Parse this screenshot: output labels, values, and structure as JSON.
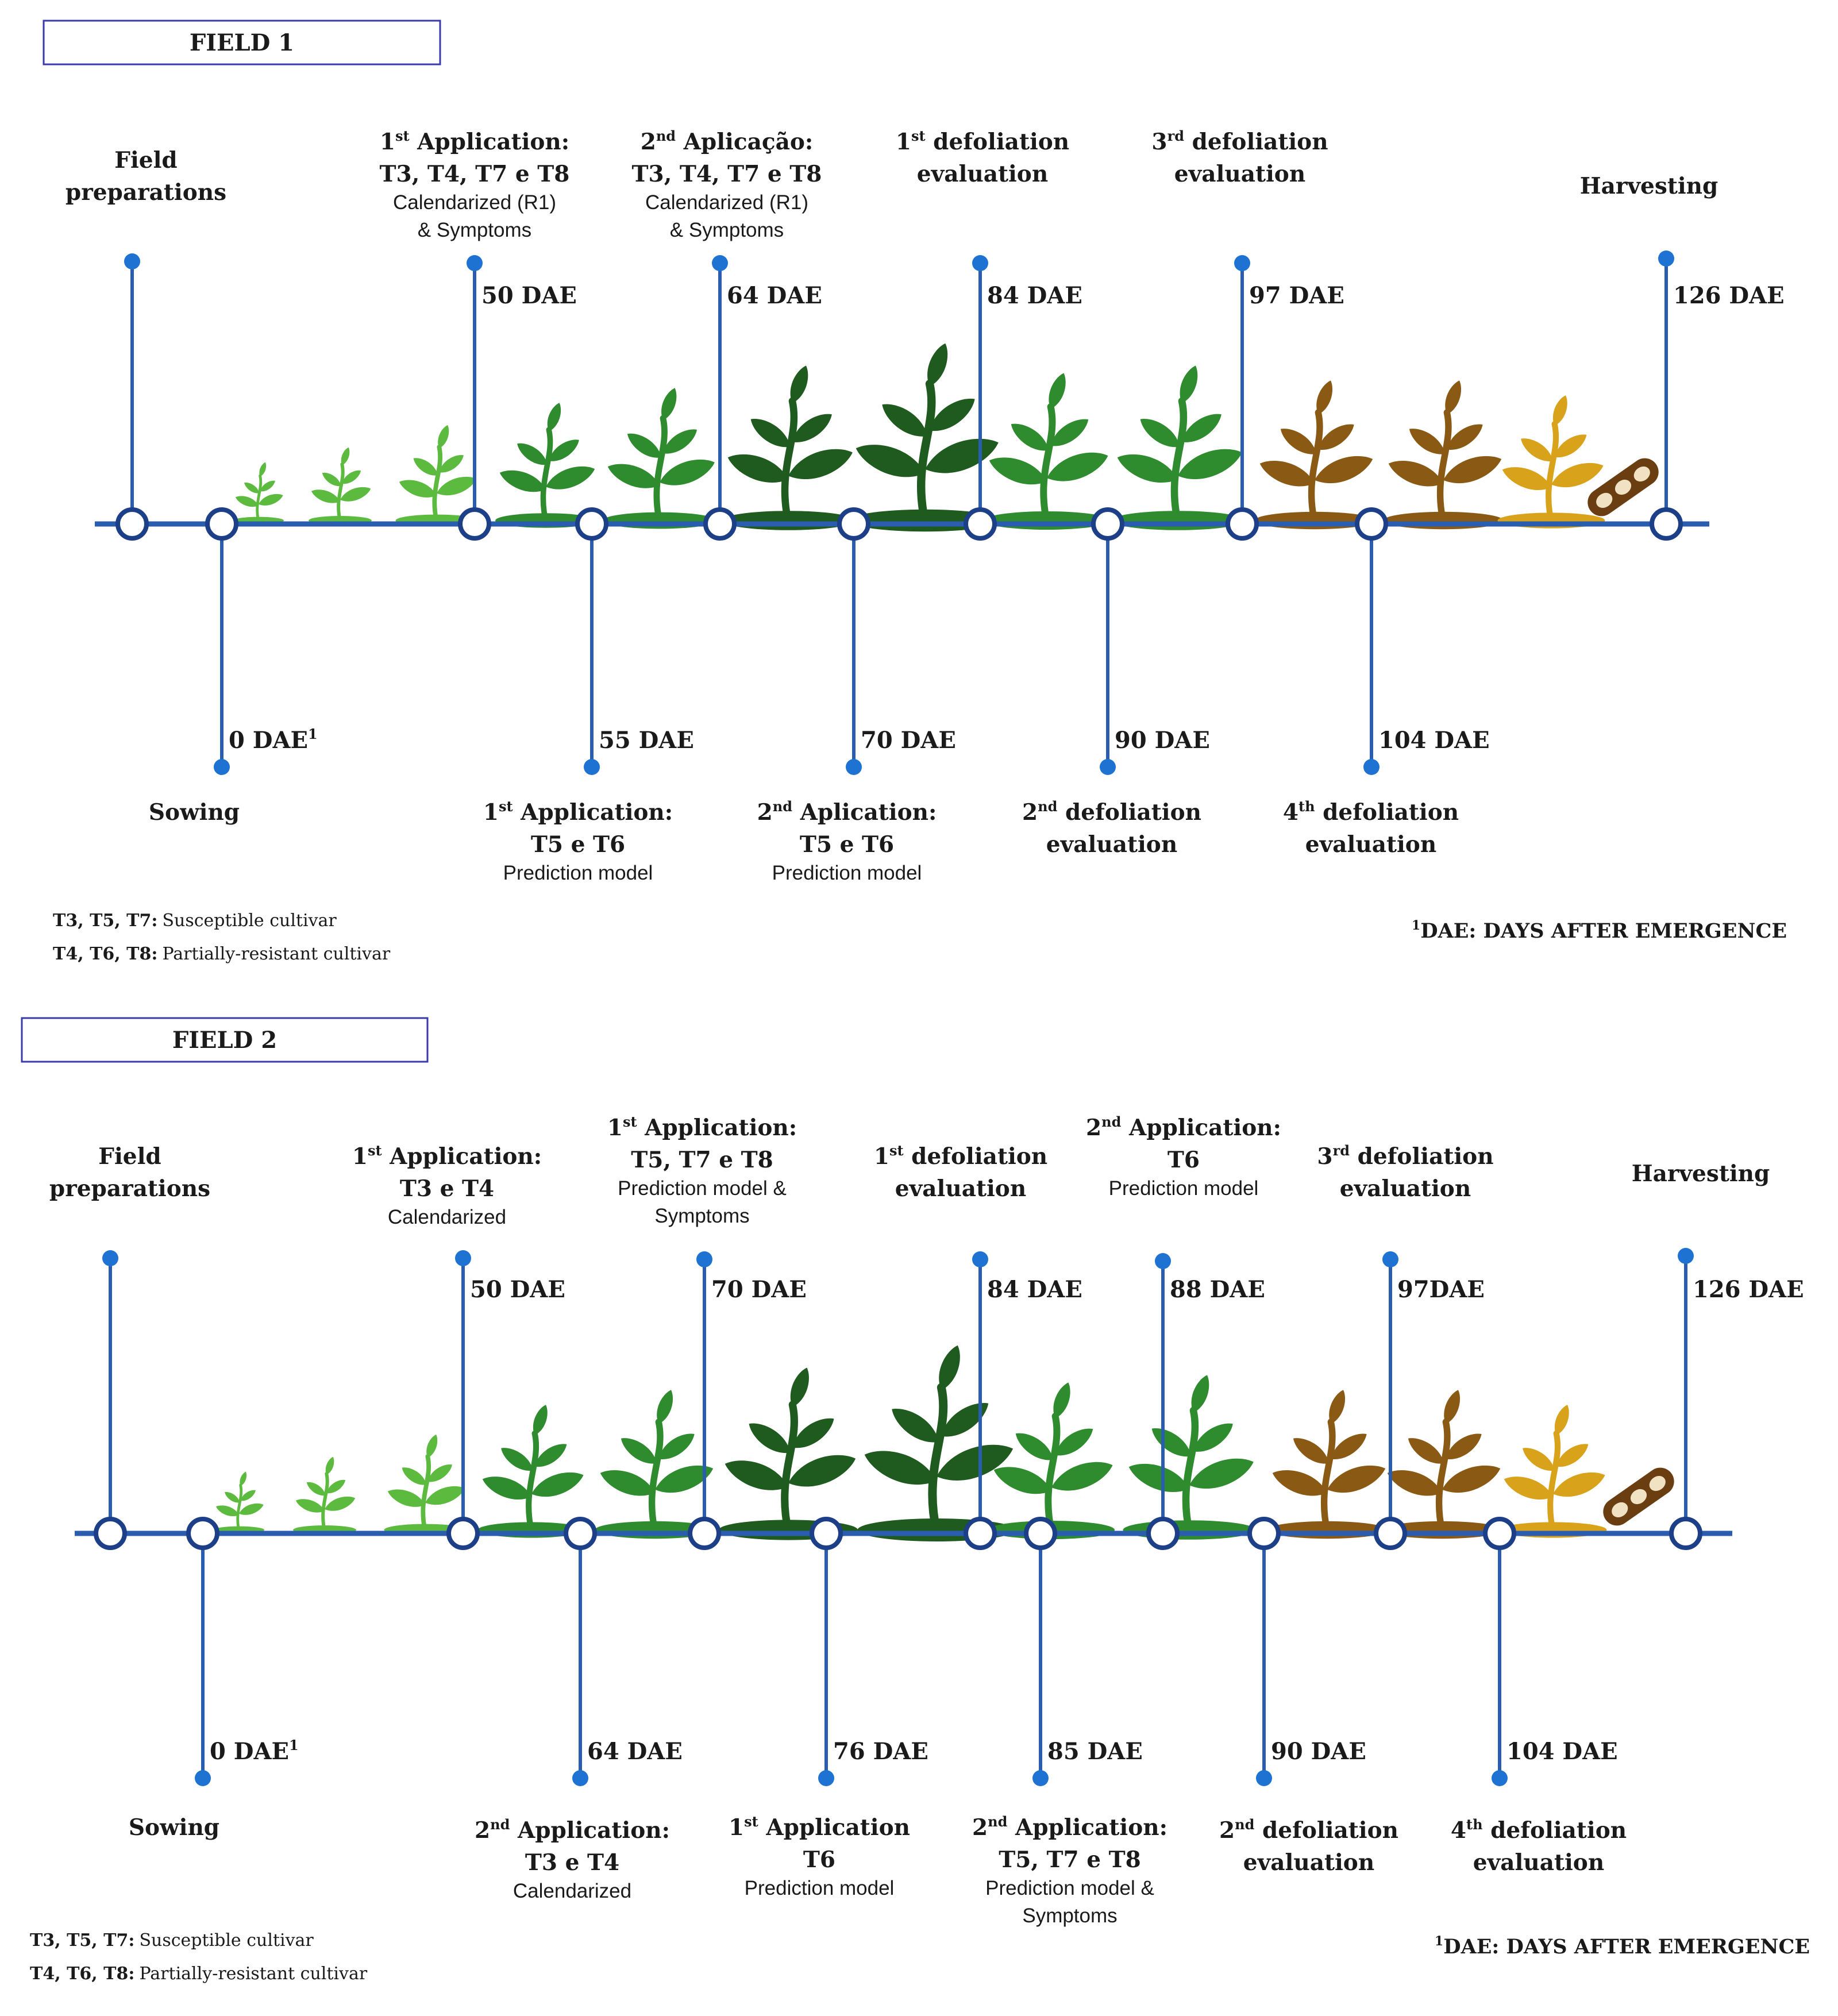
{
  "fields": [
    {
      "title": "FIELD 1",
      "events": [
        {
          "circle": true,
          "up": true,
          "head": [
            "Field",
            "preparations"
          ],
          "sub": []
        },
        {
          "circle": true,
          "up": false,
          "dae": "0 DAE",
          "sup": "1",
          "head": [
            "Sowing"
          ],
          "sub": []
        },
        {
          "circle": true,
          "up": true,
          "dae": "50 DAE",
          "head": [
            "1st Application:",
            "T3, T4, T7 e T8"
          ],
          "sub": [
            "Calendarized (R1)",
            "& Symptoms"
          ]
        },
        {
          "circle": true,
          "up": false,
          "dae": "55 DAE",
          "head": [
            "1st Application:",
            "T5 e T6"
          ],
          "sub": [
            "Prediction model"
          ]
        },
        {
          "circle": true,
          "up": true,
          "dae": "64 DAE",
          "head": [
            "2nd Aplicação:",
            "T3, T4, T7 e T8"
          ],
          "sub": [
            "Calendarized (R1)",
            "& Symptoms"
          ]
        },
        {
          "circle": true,
          "up": false,
          "dae": "70 DAE",
          "head": [
            "2nd Aplication:",
            "T5 e T6"
          ],
          "sub": [
            "Prediction model"
          ]
        },
        {
          "circle": true,
          "up": true,
          "dae": "84 DAE",
          "head": [
            "1st defoliation",
            "evaluation"
          ],
          "sub": []
        },
        {
          "circle": true,
          "up": false,
          "dae": "90 DAE",
          "head": [
            "2nd defoliation",
            "evaluation"
          ],
          "sub": []
        },
        {
          "circle": true,
          "up": true,
          "dae": "97 DAE",
          "head": [
            "3rd defoliation",
            "evaluation"
          ],
          "sub": []
        },
        {
          "circle": true,
          "up": false,
          "dae": "104 DAE",
          "head": [
            "4th defoliation",
            "evaluation"
          ],
          "sub": []
        },
        {
          "circle": true,
          "up": true,
          "dae": "126 DAE",
          "head": [
            "Harvesting"
          ],
          "sub": []
        }
      ],
      "legend": [
        {
          "keys": "T3, T5, T7:",
          "text": "Susceptible cultivar"
        },
        {
          "keys": "T4, T6, T8:",
          "text": "Partially-resistant cultivar"
        }
      ],
      "footnote_sup": "1",
      "footnote": "DAE: DAYS AFTER EMERGENCE"
    },
    {
      "title": "FIELD 2",
      "events": [
        {
          "circle": true,
          "up": true,
          "head": [
            "Field",
            "preparations"
          ],
          "sub": []
        },
        {
          "circle": true,
          "up": false,
          "dae": "0 DAE",
          "sup": "1",
          "head": [
            "Sowing"
          ],
          "sub": []
        },
        {
          "circle": true,
          "up": true,
          "dae": "50 DAE",
          "head": [
            "1st Application:",
            "T3 e T4"
          ],
          "sub": [
            "Calendarized"
          ]
        },
        {
          "circle": true,
          "up": false,
          "dae": "64 DAE",
          "head": [
            "2nd Application:",
            "T3 e T4"
          ],
          "sub": [
            "Calendarized"
          ]
        },
        {
          "circle": true,
          "up": true,
          "dae": "70 DAE",
          "head": [
            "1st Application:",
            "T5, T7 e T8"
          ],
          "sub": [
            "Prediction model &",
            "Symptoms"
          ]
        },
        {
          "circle": true,
          "up": false,
          "dae": "76 DAE",
          "head": [
            "1st Application",
            "T6"
          ],
          "sub": [
            "Prediction model"
          ]
        },
        {
          "circle": true,
          "up": true,
          "dae": "84 DAE",
          "head": [
            "1st defoliation",
            "evaluation"
          ],
          "sub": []
        },
        {
          "circle": true,
          "up": false,
          "dae": "85 DAE",
          "head": [
            "2nd Application:",
            "T5, T7 e T8"
          ],
          "sub": [
            "Prediction model &",
            "Symptoms"
          ]
        },
        {
          "circle": true,
          "up": true,
          "dae": "88 DAE",
          "head": [
            "2nd Application:",
            "T6"
          ],
          "sub": [
            "Prediction model"
          ]
        },
        {
          "circle": true,
          "up": false,
          "dae": "90 DAE",
          "head": [
            "2nd defoliation",
            "evaluation"
          ],
          "sub": []
        },
        {
          "circle": true,
          "up": true,
          "dae": "97DAE",
          "head": [
            "3rd defoliation",
            "evaluation"
          ],
          "sub": []
        },
        {
          "circle": true,
          "up": false,
          "dae": "104 DAE",
          "head": [
            "4th defoliation",
            "evaluation"
          ],
          "sub": []
        },
        {
          "circle": true,
          "up": true,
          "dae": "126 DAE",
          "head": [
            "Harvesting"
          ],
          "sub": []
        }
      ],
      "legend": [
        {
          "keys": "T3, T5, T7:",
          "text": "Susceptible cultivar"
        },
        {
          "keys": "T4, T6, T8:",
          "text": "Partially-resistant cultivar"
        }
      ],
      "footnote_sup": "1",
      "footnote": "DAE: DAYS AFTER EMERGENCE"
    }
  ],
  "colors": {
    "timeline": "#2a5db0",
    "node_fill": "#ffffff",
    "stem": "#2a5db0",
    "dot": "#1e73d2",
    "box_border": "#3a3aa8",
    "plant_light": "#5cbb3f",
    "plant_mid": "#2e8b2e",
    "plant_dark": "#1f5a1f",
    "plant_brown": "#8a5a14",
    "plant_gold": "#d9a21b",
    "pod": "#6b3e12"
  },
  "icons": [
    "seedling-icon",
    "soybean-plant-icon",
    "soybean-pod-icon"
  ]
}
